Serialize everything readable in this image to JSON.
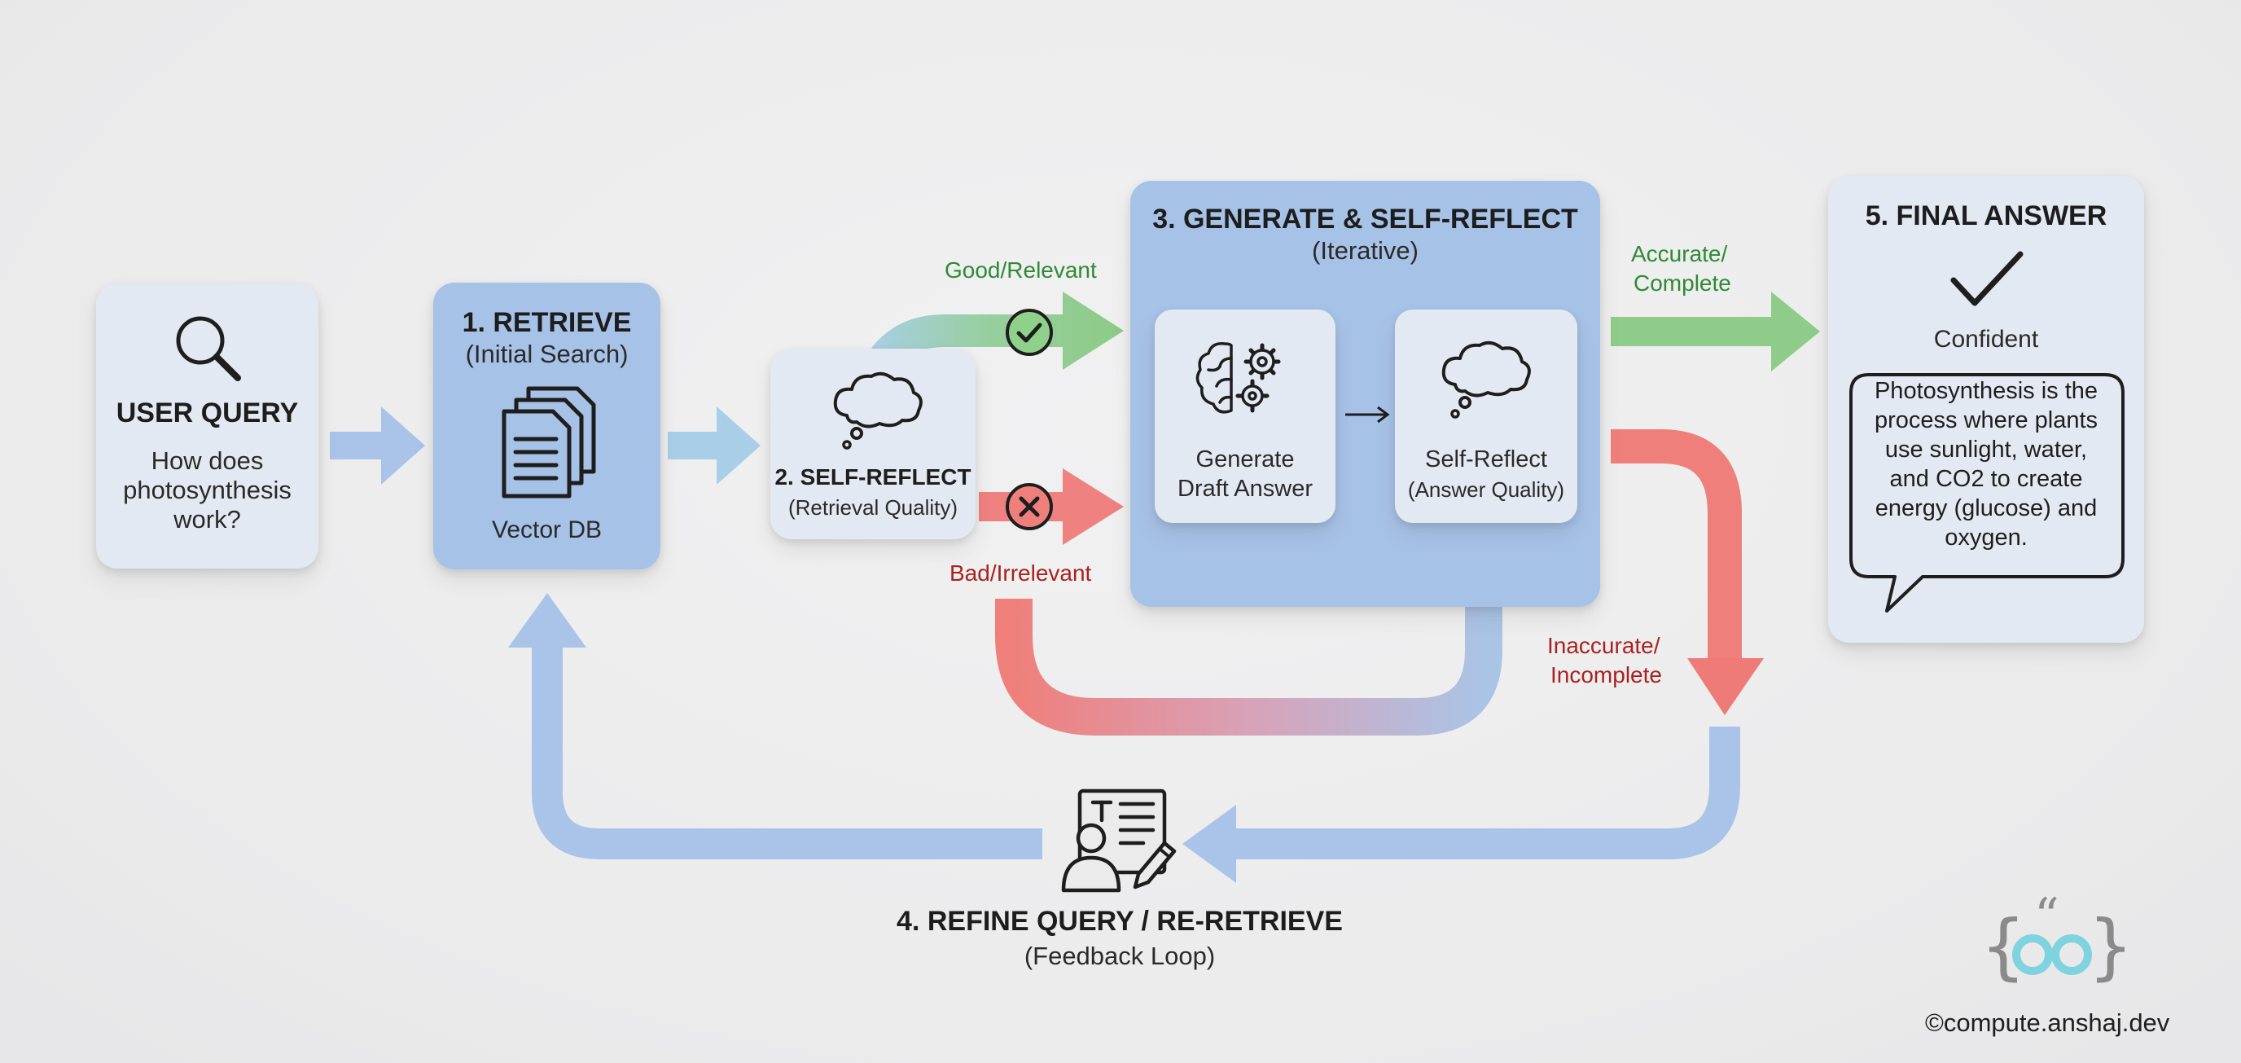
{
  "user_query": {
    "title": "USER QUERY",
    "question": "How does photosynthesis work?"
  },
  "retrieve": {
    "title": "1. RETRIEVE",
    "subtitle": "(Initial Search)",
    "db_label": "Vector DB"
  },
  "self_reflect_retrieval": {
    "title": "2. SELF-REFLECT",
    "subtitle": "(Retrieval Quality)"
  },
  "branch_labels": {
    "good": "Good/Relevant",
    "bad": "Bad/Irrelevant",
    "accurate_line1": "Accurate/",
    "accurate_line2": "Complete",
    "inaccurate_line1": "Inaccurate/",
    "inaccurate_line2": "Incomplete"
  },
  "generate": {
    "title": "3. GENERATE & SELF-REFLECT",
    "subtitle": "(Iterative)",
    "draft_line1": "Generate",
    "draft_line2": "Draft Answer",
    "reflect_line1": "Self-Reflect",
    "reflect_line2": "(Answer Quality)"
  },
  "refine": {
    "title": "4. REFINE QUERY / RE-RETRIEVE",
    "subtitle": "(Feedback Loop)"
  },
  "final": {
    "title": "5. FINAL ANSWER",
    "status": "Confident",
    "answer": "Photosynthesis is the process where plants use sunlight, water, and CO2 to create energy (glucose) and oxygen."
  },
  "logo": {
    "glyph": "“"
  },
  "copyright": "©compute.anshaj.dev",
  "colors": {
    "blue_arrow": "#a9c4e8",
    "green_arrow": "#8fcc8a",
    "red_arrow": "#ef7f7b",
    "card_light": "#e3e9f2",
    "card_blue": "#a7c2e7",
    "logo_teal": "#7fd3de"
  }
}
